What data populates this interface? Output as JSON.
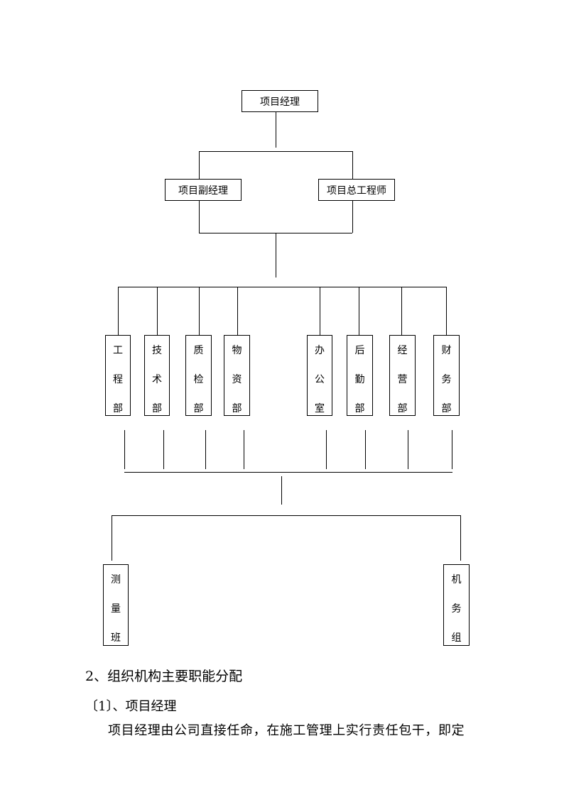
{
  "chart": {
    "top": "项目经理",
    "deputy": "项目副经理",
    "chief_engineer": "项目总工程师",
    "departments": [
      {
        "name": "engineering",
        "chars": [
          "工",
          "程",
          "部"
        ]
      },
      {
        "name": "technology",
        "chars": [
          "技",
          "术",
          "部"
        ]
      },
      {
        "name": "quality",
        "chars": [
          "质",
          "检",
          "部"
        ]
      },
      {
        "name": "materials",
        "chars": [
          "物",
          "资",
          "部"
        ]
      },
      {
        "name": "office",
        "chars": [
          "办",
          "公",
          "室"
        ]
      },
      {
        "name": "logistics",
        "chars": [
          "后",
          "勤",
          "部"
        ]
      },
      {
        "name": "operations",
        "chars": [
          "经",
          "营",
          "部"
        ]
      },
      {
        "name": "finance",
        "chars": [
          "财",
          "务",
          "部"
        ]
      }
    ],
    "teams": [
      {
        "name": "survey",
        "chars": [
          "测",
          "量",
          "班"
        ]
      },
      {
        "name": "machinery",
        "chars": [
          "机",
          "务",
          "组"
        ]
      }
    ]
  },
  "doc": {
    "heading": "2、组织机构主要职能分配",
    "subheading": "〔1〕、项目经理",
    "paragraph": "项目经理由公司直接任命，在施工管理上实行责任包干，即定"
  }
}
